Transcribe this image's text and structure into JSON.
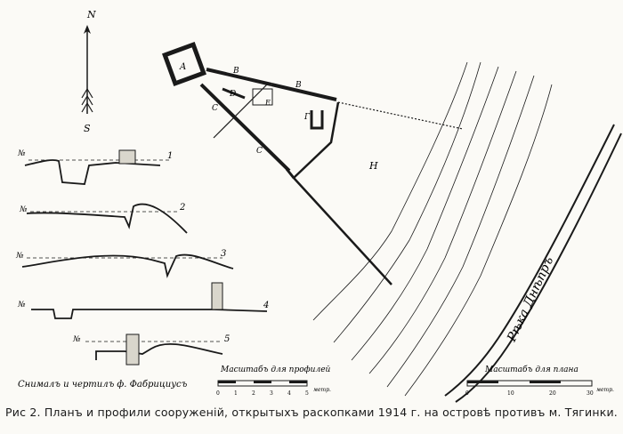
{
  "caption": "Рис 2. Планъ и профили сооруженій, открытыхъ раскопками 1914 г. на островѣ противъ м. Тягинки.",
  "credit": "Снималъ и чертилъ ф. Фабрициусъ",
  "scales": {
    "profile": {
      "title": "Масштабъ для профилей",
      "unit": "метр.",
      "ticks": [
        "0",
        "1",
        "2",
        "3",
        "4",
        "5"
      ]
    },
    "plan": {
      "title": "Масштабъ для плана",
      "unit": "метр.",
      "ticks": [
        "0",
        "10",
        "20",
        "30"
      ]
    }
  },
  "compass": {
    "north": "N",
    "south": "S"
  },
  "river_label": "Рѣка Днѣпръ",
  "plan_labels": {
    "a": "A",
    "b": "B",
    "c": "C",
    "d": "D",
    "e": "E",
    "g": "Г",
    "h": "Н",
    "c2": "C",
    "b2": "B"
  },
  "profiles": [
    {
      "marker": "№",
      "number": "1"
    },
    {
      "marker": "№",
      "number": "2"
    },
    {
      "marker": "№",
      "number": "3"
    },
    {
      "marker": "№",
      "number": "4"
    },
    {
      "marker": "№",
      "number": "5"
    }
  ],
  "colors": {
    "ink": "#1a1a1a",
    "paper": "#fbfaf6"
  }
}
